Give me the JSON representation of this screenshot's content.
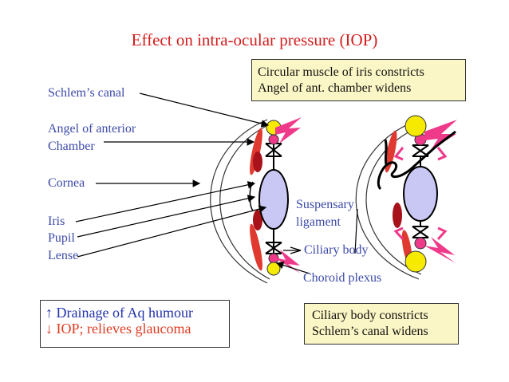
{
  "title": "Effect on intra-ocular pressure (IOP)",
  "labels": {
    "schlem": "Schlem’s canal",
    "angel_1": "Angel of anterior",
    "angel_2": "Chamber",
    "cornea": "Cornea",
    "iris": "Iris",
    "pupil": "Pupil",
    "lense": "Lense",
    "suspensary_1": "Suspensary",
    "suspensary_2": "ligament",
    "ciliary": "Ciliary body",
    "choroid": "Choroid plexus"
  },
  "box_top": {
    "line1": "Circular muscle of iris constricts",
    "line2": "Angel of ant. chamber widens"
  },
  "box_bottom_left": {
    "line1": "↑ Drainage of Aq humour",
    "line2": "↓ IOP; relieves glaucoma"
  },
  "box_bottom_right": {
    "line1": "Ciliary body  constricts",
    "line2": "Schlem’s canal widens"
  },
  "colors": {
    "title": "#d21d1d",
    "label": "#3c4aa8",
    "box_fill": "#fbf6c5",
    "lens": "#c9c8f5",
    "muscle": "#e03a30",
    "pink": "#ef3a8a",
    "yellow": "#f5ea00"
  }
}
